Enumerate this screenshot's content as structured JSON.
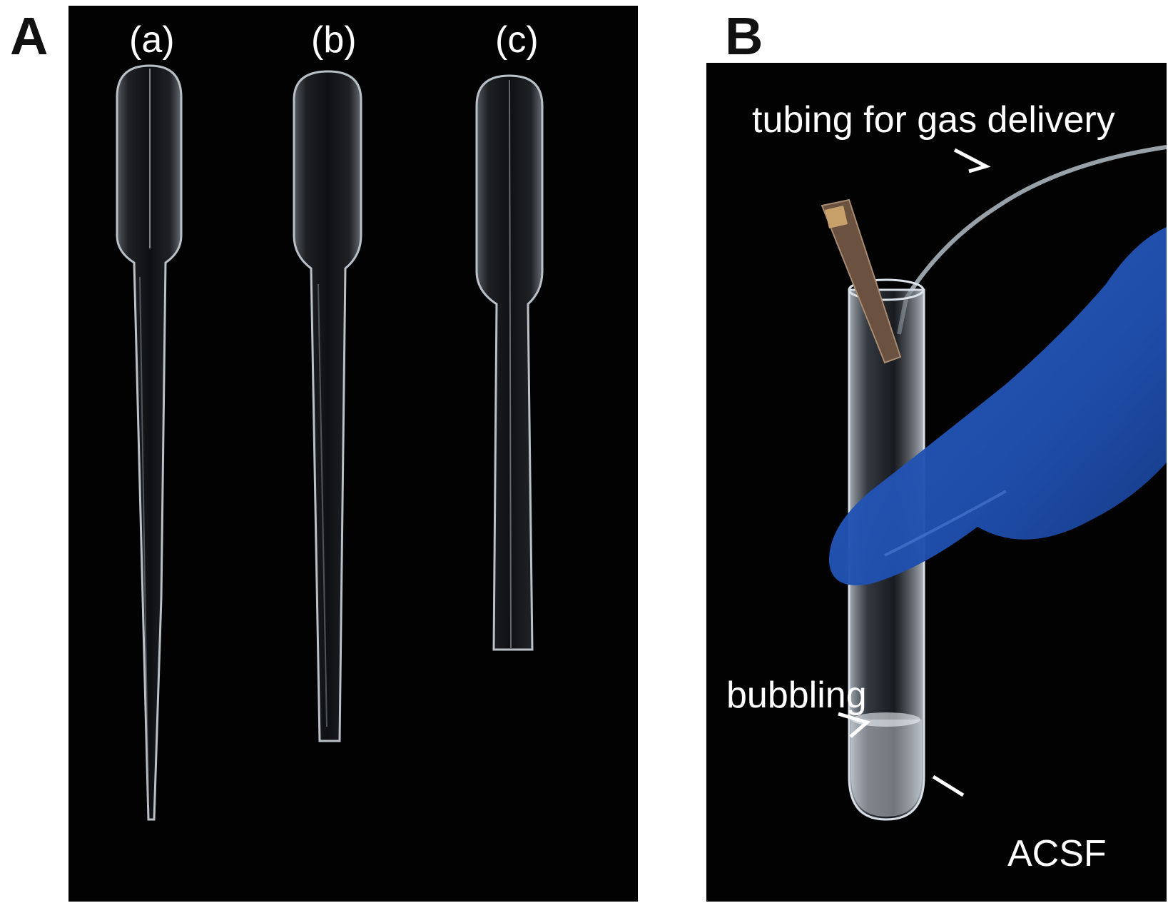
{
  "figure": {
    "panel_a": {
      "letter": "A",
      "pipette_labels": [
        "(a)",
        "(b)",
        "(c)"
      ]
    },
    "panel_b": {
      "letter": "B",
      "annotations": {
        "tubing": "tubing for gas delivery",
        "bubbling": "bubbling",
        "acsf": "ACSF"
      }
    }
  },
  "colors": {
    "background": "#020203",
    "glove": "#1f4fae",
    "plastic": "#c8d0d8"
  }
}
